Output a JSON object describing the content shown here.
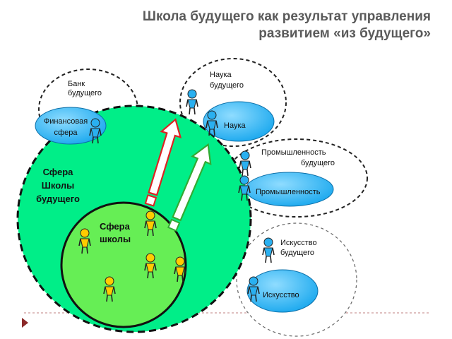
{
  "title": {
    "line1": "Школа будущего как результат управления",
    "line2": "развитием «из будущего»"
  },
  "labels": {
    "bank_future_1": "Банк",
    "bank_future_2": "будущего",
    "finance_1": "Финансовая",
    "finance_2": "сфера",
    "science_future_1": "Наука",
    "science_future_2": "будущего",
    "science": "Наука",
    "industry_future_1": "Промышленность",
    "industry_future_2": "будущего",
    "industry": "Промышленность",
    "school_future_1": "Сфера",
    "school_future_2": "Школы",
    "school_future_3": "будущего",
    "school_1": "Сфера",
    "school_2": "школы",
    "art_future_1": "Искусство",
    "art_future_2": "будущего",
    "art": "Искусство"
  },
  "colors": {
    "big_sphere": "#00ee88",
    "school_sphere": "#66ee55",
    "outer_bubble": "#ffffff",
    "inner_blue": "#2ab0f0",
    "person_blue": "#2ab0f0",
    "person_yellow": "#ffcc00",
    "arrow_red": "#dd2222",
    "arrow_green": "#33aa33",
    "title": "#5a5a5a"
  }
}
